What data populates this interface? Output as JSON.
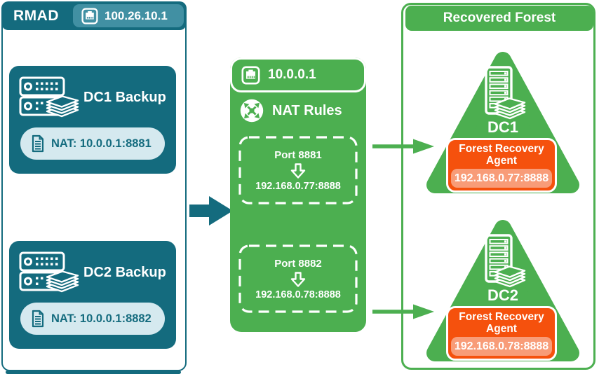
{
  "colors": {
    "teal": "#146b7e",
    "teal_light": "#4190a3",
    "pill_bg": "#d5e9ef",
    "green": "#4caf50",
    "orange": "#f5510d",
    "salmon": "#f89c78"
  },
  "left_panel": {
    "title": "RMAD",
    "ip": "100.26.10.1",
    "servers": [
      {
        "label": "DC1 Backup",
        "nat": "NAT: 10.0.0.1:8881"
      },
      {
        "label": "DC2 Backup",
        "nat": "NAT: 10.0.0.1:8882"
      }
    ]
  },
  "nat_panel": {
    "ip": "10.0.0.1",
    "title": "NAT Rules",
    "rules": [
      {
        "port": "Port 8881",
        "target": "192.168.0.77:8888"
      },
      {
        "port": "Port 8882",
        "target": "192.168.0.78:8888"
      }
    ]
  },
  "forest_panel": {
    "title": "Recovered Forest",
    "nodes": [
      {
        "label": "DC1",
        "agent": "Forest Recovery Agent",
        "ip": "192.168.0.77:8888"
      },
      {
        "label": "DC2",
        "agent": "Forest Recovery Agent",
        "ip": "192.168.0.78:8888"
      }
    ]
  },
  "icons": {
    "ethernet": "ethernet-port-icon",
    "nat": "nat-crossroads-icon",
    "backup_server": "backup-server-stack-icon",
    "tower_server": "tower-server-stack-icon",
    "document": "document-icon",
    "down_arrow": "hollow-down-arrow-icon",
    "flow_arrow": "flow-arrow-icon"
  }
}
